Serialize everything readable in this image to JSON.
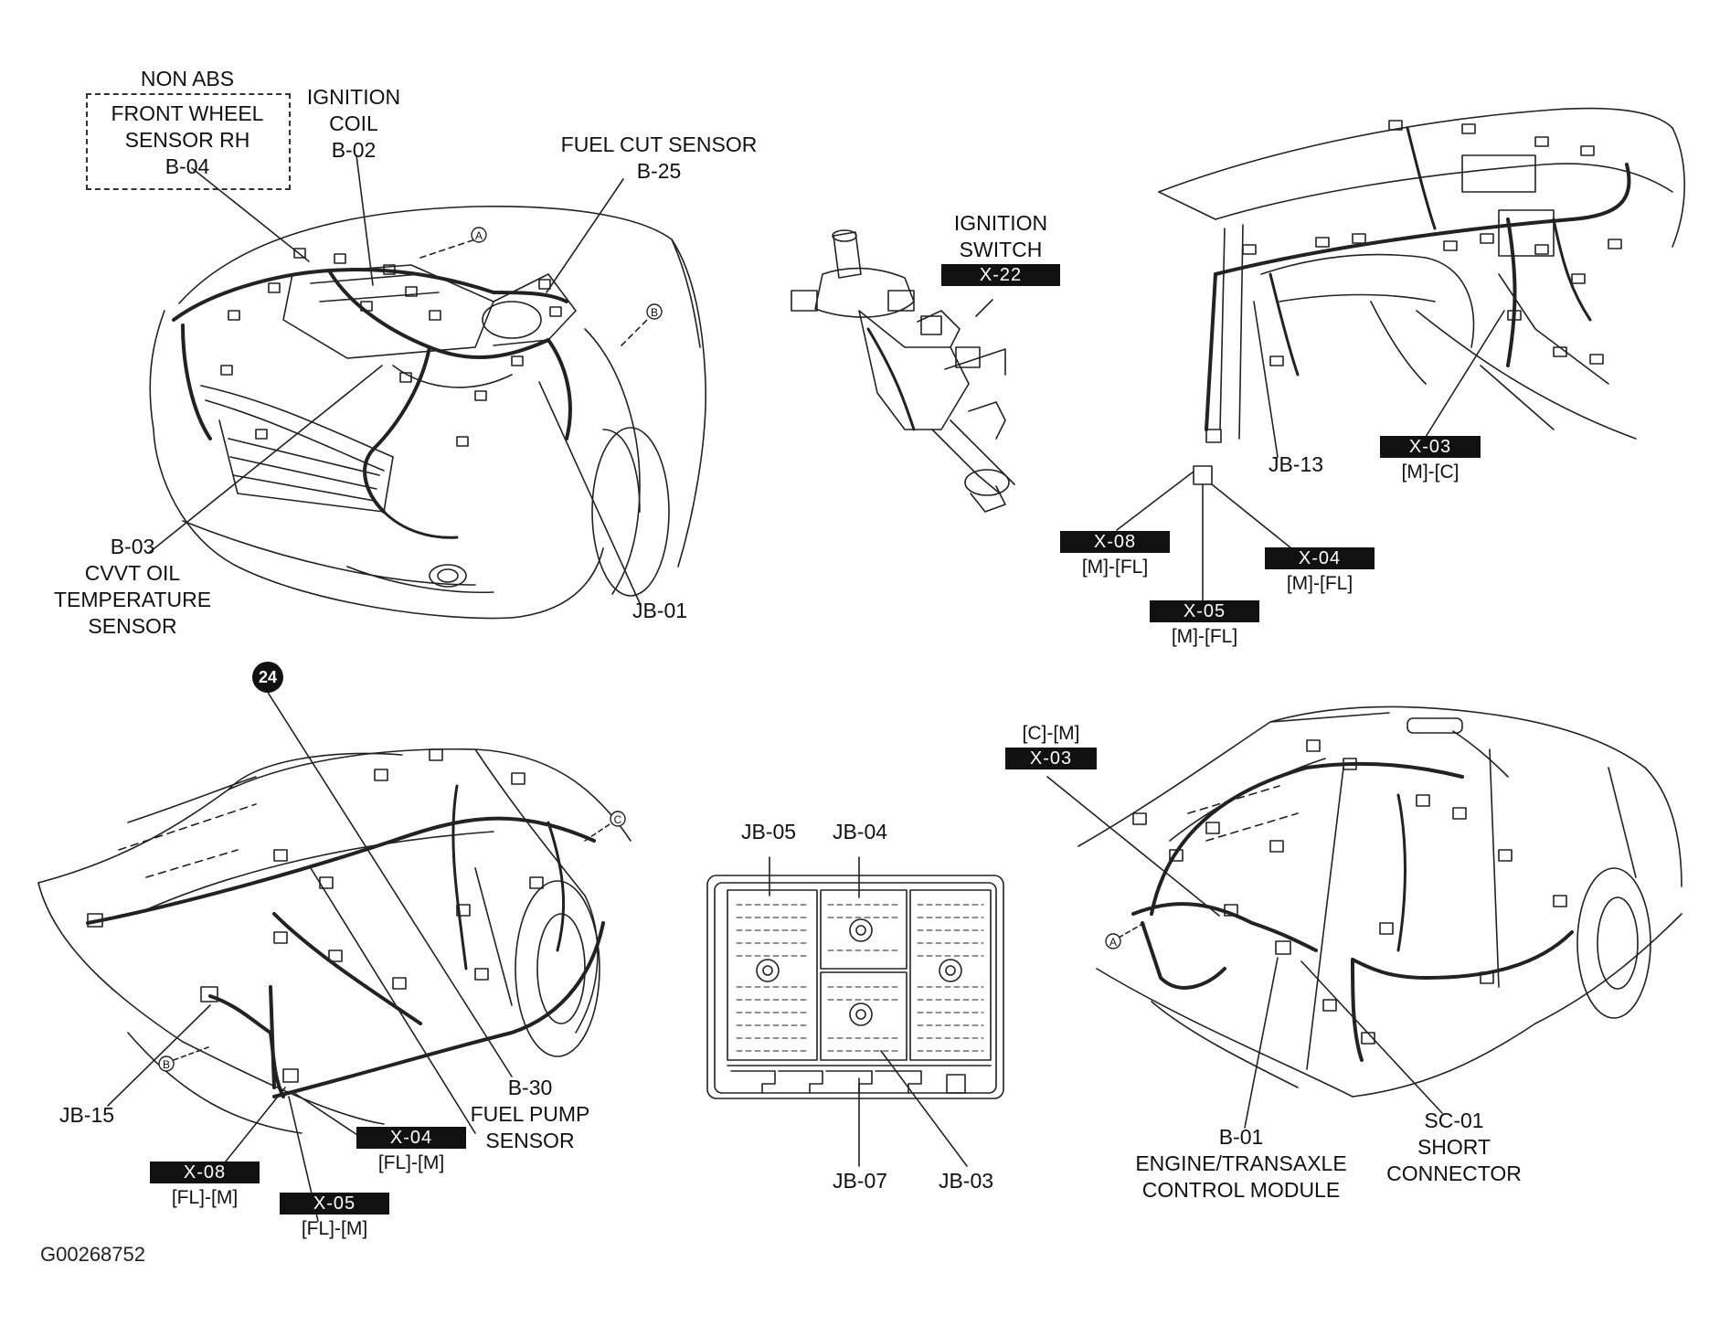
{
  "front_engine": {
    "non_abs_note": "NON ABS",
    "front_wheel_sensor": [
      "FRONT WHEEL",
      "SENSOR RH",
      "B-04"
    ],
    "ignition_coil": [
      "IGNITION",
      "COIL",
      "B-02"
    ],
    "fuel_cut_sensor": [
      "FUEL CUT SENSOR",
      "B-25"
    ],
    "cvvt_sensor": [
      "B-03",
      "CVVT OIL",
      "TEMPERATURE",
      "SENSOR"
    ],
    "junction_block": "JB-01",
    "marker_a": "A",
    "marker_b": "B"
  },
  "steering": {
    "ignition_switch": [
      "IGNITION",
      "SWITCH"
    ],
    "ignition_switch_tag": "X-22"
  },
  "dashboard": {
    "x03_tag": "X-03",
    "x03_ref": "[M]-[C]",
    "jb13": "JB-13",
    "x08_tag": "X-08",
    "x08_ref": "[M]-[FL]",
    "x04_tag": "X-04",
    "x04_ref": "[M]-[FL]",
    "x05_tag": "X-05",
    "x05_ref": "[M]-[FL]"
  },
  "left_side": {
    "badge": "24",
    "jb15": "JB-15",
    "fuel_pump": [
      "B-30",
      "FUEL PUMP",
      "SENSOR"
    ],
    "x04_tag": "X-04",
    "x04_ref": "[FL]-[M]",
    "x08_tag": "X-08",
    "x08_ref": "[FL]-[M]",
    "x05_tag": "X-05",
    "x05_ref": "[FL]-[M]",
    "marker_b": "B",
    "marker_c": "C"
  },
  "junction_box": {
    "jb05": "JB-05",
    "jb04": "JB-04",
    "jb07": "JB-07",
    "jb03": "JB-03"
  },
  "right_side": {
    "x03_ref": "[C]-[M]",
    "x03_tag": "X-03",
    "ecm": [
      "B-01",
      "ENGINE/TRANSAXLE",
      "CONTROL MODULE"
    ],
    "short_connector": [
      "SC-01",
      "SHORT",
      "CONNECTOR"
    ],
    "marker_a": "A"
  },
  "figure_code": "G00268752"
}
